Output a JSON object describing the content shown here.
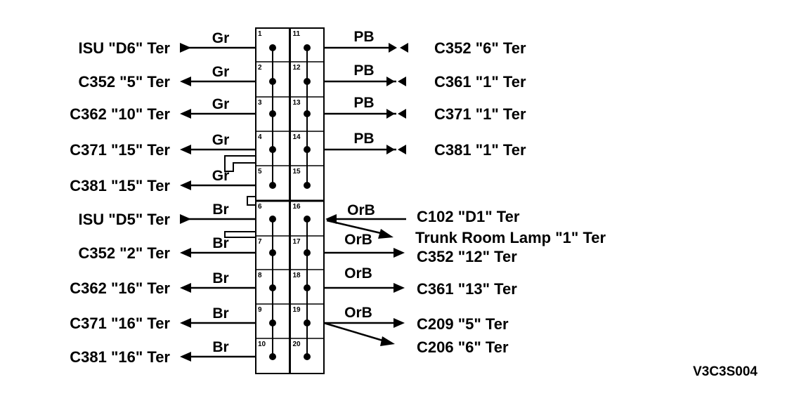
{
  "figure_code": "V3C3S004",
  "pins": [
    "1",
    "2",
    "3",
    "4",
    "5",
    "6",
    "7",
    "8",
    "9",
    "10",
    "11",
    "12",
    "13",
    "14",
    "15",
    "16",
    "17",
    "18",
    "19",
    "20"
  ],
  "left_rows": [
    {
      "label": "ISU \"D6\" Ter",
      "wire": "Gr",
      "dir": "in"
    },
    {
      "label": "C352 \"5\" Ter",
      "wire": "Gr",
      "dir": "out"
    },
    {
      "label": "C362 \"10\" Ter",
      "wire": "Gr",
      "dir": "out"
    },
    {
      "label": "C371 \"15\" Ter",
      "wire": "Gr",
      "dir": "out"
    },
    {
      "label": "C381 \"15\" Ter",
      "wire": "Gr",
      "dir": "out"
    },
    {
      "label": "ISU \"D5\" Ter",
      "wire": "Br",
      "dir": "in"
    },
    {
      "label": "C352 \"2\" Ter",
      "wire": "Br",
      "dir": "out"
    },
    {
      "label": "C362 \"16\" Ter",
      "wire": "Br",
      "dir": "out"
    },
    {
      "label": "C371 \"16\" Ter",
      "wire": "Br",
      "dir": "out"
    },
    {
      "label": "C381 \"16\" Ter",
      "wire": "Br",
      "dir": "out"
    }
  ],
  "right_rows": [
    {
      "label": "C352 \"6\" Ter",
      "wire": "PB",
      "dir": "bi"
    },
    {
      "label": "C361 \"1\" Ter",
      "wire": "PB",
      "dir": "bowtie"
    },
    {
      "label": "C371 \"1\" Ter",
      "wire": "PB",
      "dir": "bowtie"
    },
    {
      "label": "C381 \"1\" Ter",
      "wire": "PB",
      "dir": "bowtie"
    },
    {
      "label": "C102 \"D1\" Ter",
      "wire": "OrB",
      "dir": "in"
    },
    {
      "label": "Trunk Room Lamp \"1\" Ter",
      "wire": "",
      "dir": "out"
    },
    {
      "label": "C352 \"12\" Ter",
      "wire": "OrB",
      "dir": "out"
    },
    {
      "label": "C361 \"13\" Ter",
      "wire": "OrB",
      "dir": "out"
    },
    {
      "label": "C209 \"5\" Ter",
      "wire": "OrB",
      "dir": "out"
    },
    {
      "label": "C206 \"6\" Ter",
      "wire": "",
      "dir": "out"
    }
  ]
}
